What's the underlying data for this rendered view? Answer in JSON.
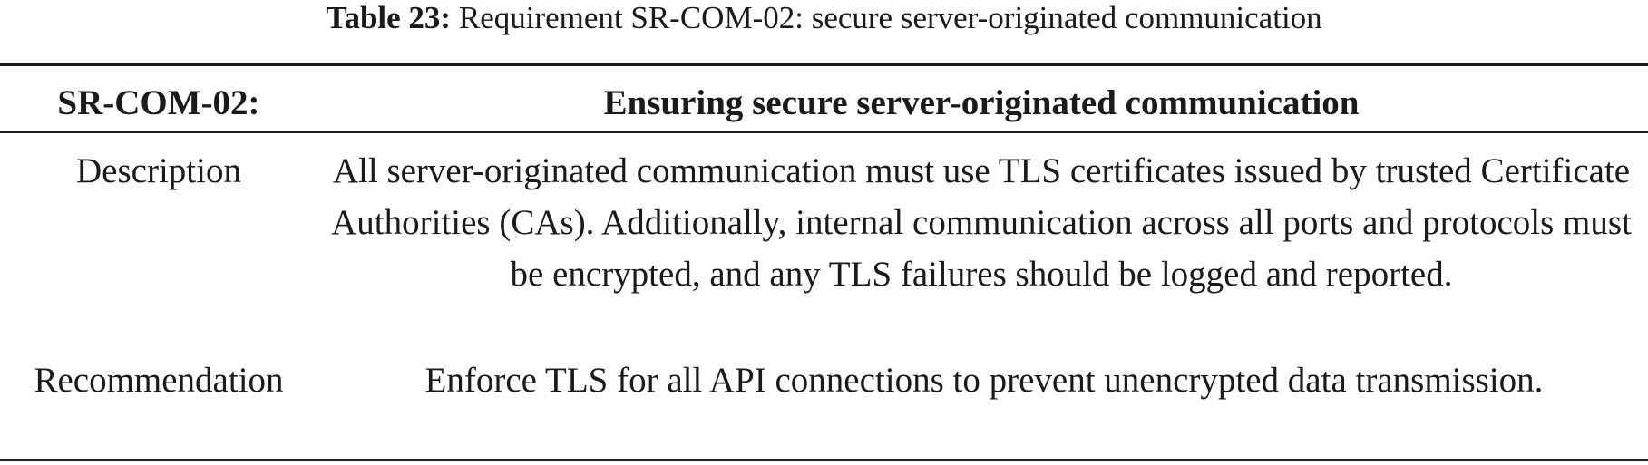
{
  "caption": {
    "label": "Table 23:",
    "text": "Requirement SR-COM-02: secure server-originated communication"
  },
  "table": {
    "header": {
      "id": "SR-COM-02:",
      "title": "Ensuring secure server-originated communication"
    },
    "rows": [
      {
        "label": "Description",
        "value": "All server-originated communication must use TLS certificates issued by trusted Certificate Authorities (CAs). Additionally, internal communication across all ports and protocols must be encrypted, and any TLS failures should be logged and reported."
      },
      {
        "label": "Recommendation",
        "value": "Enforce TLS for all API connections to prevent unencrypted data transmission."
      }
    ]
  }
}
